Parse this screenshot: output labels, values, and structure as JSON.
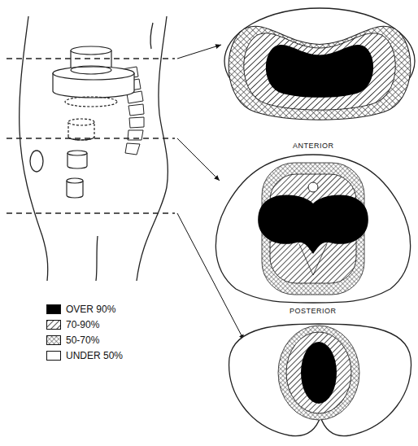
{
  "diagram": {
    "labels": [
      "ANTERIOR",
      "POSTERIOR"
    ],
    "legend": [
      {
        "text": "OVER 90%",
        "color": "#000000"
      },
      {
        "text": "70-90%"
      },
      {
        "text": "50-70%"
      },
      {
        "text": "UNDER 50%",
        "color": "#ffffff"
      }
    ]
  }
}
